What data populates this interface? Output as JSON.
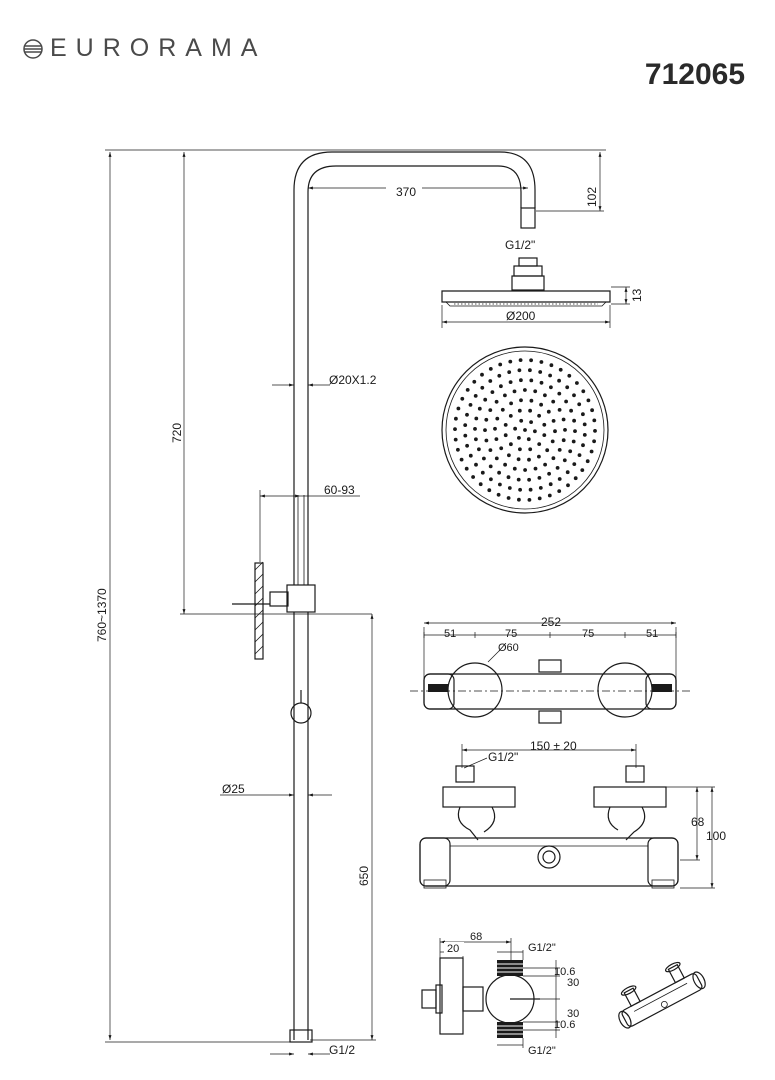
{
  "header": {
    "brand": "EURORAMA",
    "product_code": "712065"
  },
  "dimensions": {
    "arm_reach": "370",
    "arm_drop": "102",
    "head_connection": "G1/2\"",
    "head_thickness": "13",
    "head_diameter": "Ø200",
    "pipe_tube": "Ø20X1.2",
    "wall_distance": "60-93",
    "upper_height": "720",
    "total_height": "760~1370",
    "bar_diameter": "Ø25",
    "lower_height": "650",
    "bottom_connection": "G1/2",
    "mixer_width": "252",
    "mixer_side_a": "51",
    "mixer_mid_a": "75",
    "mixer_mid_b": "75",
    "mixer_side_b": "51",
    "mixer_knob_diameter": "Ø60",
    "inlet_spacing": "150 ± 20",
    "inlet_thread": "G1/2\"",
    "mixer_height_a": "68",
    "mixer_height_b": "100",
    "side_offset_a": "20",
    "side_offset_b": "68",
    "side_top_thread": "G1/2\"",
    "side_bottom_thread": "G1/2\"",
    "side_dim_top_a": "10.6",
    "side_dim_top_b": "30",
    "side_dim_bottom_a": "30",
    "side_dim_bottom_b": "10.6"
  }
}
